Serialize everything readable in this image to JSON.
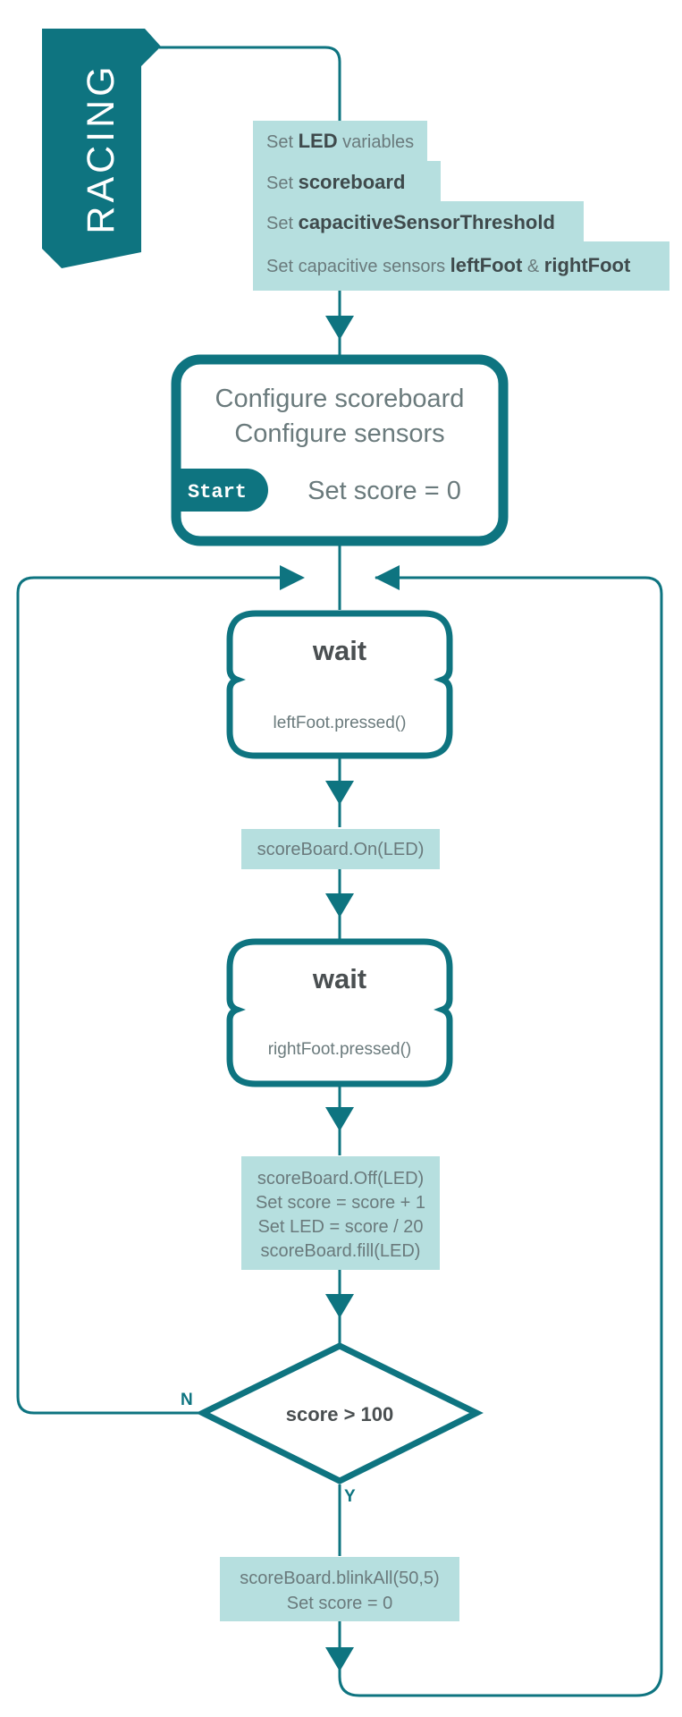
{
  "title_tab": "RACING",
  "setup_boxes": [
    {
      "parts": [
        {
          "text": "Set ",
          "bold": false
        },
        {
          "text": "LED",
          "bold": true
        },
        {
          "text": " variables",
          "bold": false
        }
      ]
    },
    {
      "parts": [
        {
          "text": "Set ",
          "bold": false
        },
        {
          "text": "scoreboard",
          "bold": true
        }
      ]
    },
    {
      "parts": [
        {
          "text": "Set ",
          "bold": false
        },
        {
          "text": "capacitiveSensorThreshold",
          "bold": true
        }
      ]
    },
    {
      "parts": [
        {
          "text": "Set capacitive sensors ",
          "bold": false
        },
        {
          "text": "leftFoot",
          "bold": true
        },
        {
          "text": " & ",
          "bold": false
        },
        {
          "text": "rightFoot",
          "bold": true
        }
      ]
    }
  ],
  "config": {
    "line1": "Configure scoreboard",
    "line2": "Configure sensors",
    "start_label": "Start",
    "score_init": "Set score = 0"
  },
  "wait1": {
    "title": "wait",
    "condition": "leftFoot.pressed()"
  },
  "action_on": "scoreBoard.On(LED)",
  "wait2": {
    "title": "wait",
    "condition": "rightFoot.pressed()"
  },
  "update_lines": [
    "scoreBoard.Off(LED)",
    "Set score = score + 1",
    "Set LED = score / 20",
    "scoreBoard.fill(LED)"
  ],
  "decision": {
    "condition": "score > 100",
    "no_label": "N",
    "yes_label": "Y"
  },
  "reset_lines": [
    "scoreBoard.blinkAll(50,5)",
    "Set score = 0"
  ],
  "colors": {
    "accent": "#0e7480",
    "light_box": "#b6dfdf",
    "text_gray": "#6a7a7c"
  }
}
